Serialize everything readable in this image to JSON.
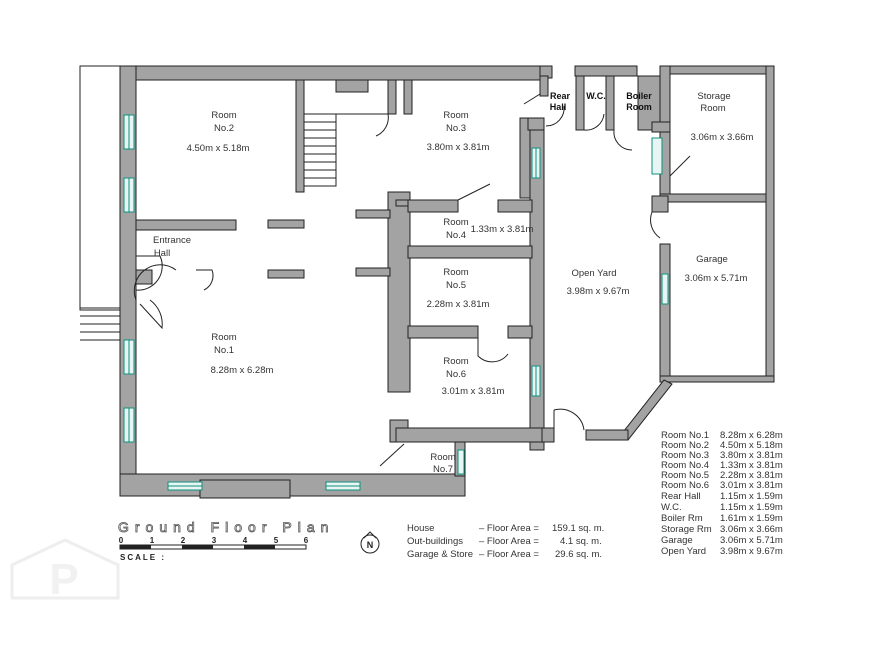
{
  "rooms": {
    "room1": {
      "name": "Room",
      "num": "No.1",
      "dims": "8.28m x 6.28m"
    },
    "room2": {
      "name": "Room",
      "num": "No.2",
      "dims": "4.50m x 5.18m"
    },
    "room3": {
      "name": "Room",
      "num": "No.3",
      "dims": "3.80m x 3.81m"
    },
    "room4": {
      "name": "Room",
      "num": "No.4",
      "dims": "1.33m x 3.81m"
    },
    "room5": {
      "name": "Room",
      "num": "No.5",
      "dims": "2.28m x 3.81m"
    },
    "room6": {
      "name": "Room",
      "num": "No.6",
      "dims": "3.01m x 3.81m"
    },
    "room7": {
      "name": "Room",
      "num": "No.7"
    },
    "entrance": {
      "line1": "Entrance",
      "line2": "Hall"
    },
    "rear_hall": {
      "line1": "Rear",
      "line2": "Hall"
    },
    "wc": {
      "label": "W.C."
    },
    "boiler": {
      "line1": "Boiler",
      "line2": "Room"
    },
    "storage": {
      "line1": "Storage",
      "line2": "Room",
      "dims": "3.06m x 3.66m"
    },
    "garage": {
      "name": "Garage",
      "dims": "3.06m x 5.71m"
    },
    "open_yard": {
      "name": "Open Yard",
      "dims": "3.98m x 9.67m"
    }
  },
  "title": "Ground Floor Plan",
  "scale": {
    "ticks": [
      "0",
      "1",
      "2",
      "3",
      "4",
      "5",
      "6"
    ],
    "label": "SCALE :"
  },
  "north": "N",
  "areas": [
    {
      "label": "House",
      "sep": "– Floor Area =",
      "value": "159.1 sq. m."
    },
    {
      "label": "Out-buildings",
      "sep": "– Floor Area =",
      "value": "4.1 sq. m."
    },
    {
      "label": "Garage & Store",
      "sep": "– Floor Area =",
      "value": "29.6 sq. m."
    }
  ],
  "schedule": [
    {
      "name": "Room No.1",
      "dims": "8.28m x 6.28m"
    },
    {
      "name": "Room No.2",
      "dims": "4.50m x 5.18m"
    },
    {
      "name": "Room No.3",
      "dims": "3.80m x 3.81m"
    },
    {
      "name": "Room No.4",
      "dims": "1.33m x 3.81m"
    },
    {
      "name": "Room No.5",
      "dims": "2.28m x 3.81m"
    },
    {
      "name": "Room No.6",
      "dims": "3.01m x 3.81m"
    },
    {
      "name": "Rear Hall",
      "dims": "1.15m x 1.59m"
    },
    {
      "name": "W.C.",
      "dims": "1.15m x 1.59m"
    },
    {
      "name": "Boiler Rm",
      "dims": "1.61m x 1.59m"
    },
    {
      "name": "Storage Rm",
      "dims": "3.06m x 3.66m"
    },
    {
      "name": "Garage",
      "dims": "3.06m x 5.71m"
    },
    {
      "name": "Open Yard",
      "dims": "3.98m x 9.67m"
    }
  ],
  "watermark": "P"
}
